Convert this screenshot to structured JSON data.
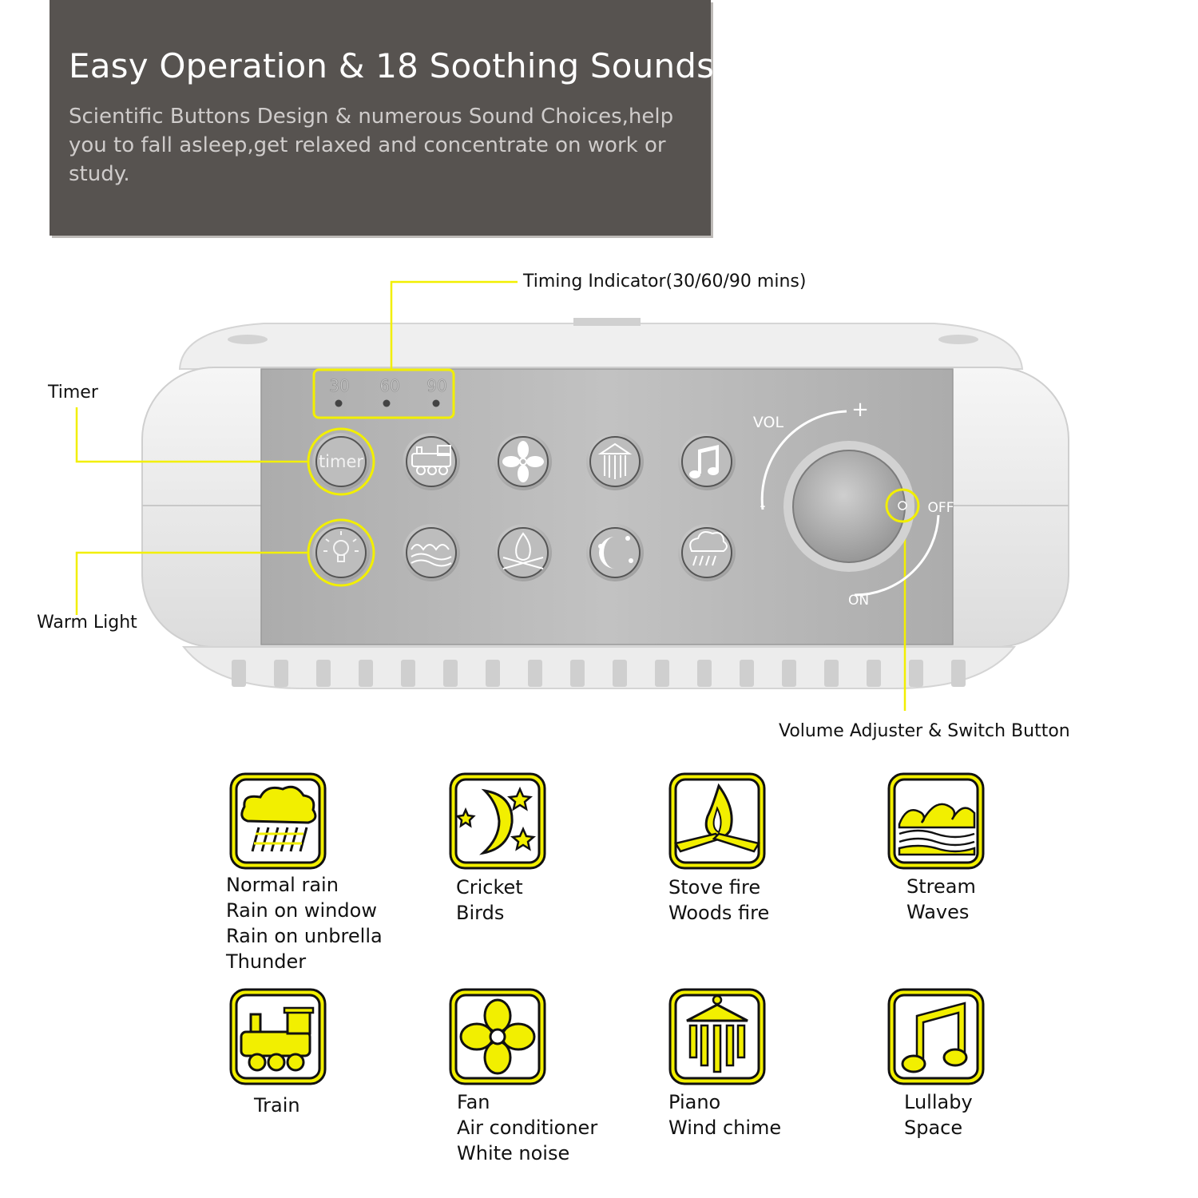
{
  "banner": {
    "title": "Easy Operation & 18 Soothing Sounds",
    "subtitle": "Scientific Buttons Design & numerous Sound Choices,help you to fall asleep,get relaxed and concentrate on work or study."
  },
  "callouts": {
    "timing": "Timing Indicator(30/60/90 mins)",
    "timer": "Timer",
    "warm_light": "Warm Light",
    "volume": "Volume Adjuster & Switch Button"
  },
  "device": {
    "timer_marks": [
      "30",
      "60",
      "90"
    ],
    "timer_button": "timer",
    "vol": "VOL",
    "plus": "+",
    "minus": "-",
    "off": "OFF",
    "on": "ON"
  },
  "sounds": [
    {
      "icon": "rain-cloud-icon",
      "lines": [
        "Normal rain",
        "Rain on window",
        "Rain on unbrella",
        "Thunder"
      ]
    },
    {
      "icon": "moon-stars-icon",
      "lines": [
        "Cricket",
        "Birds"
      ]
    },
    {
      "icon": "fire-icon",
      "lines": [
        "Stove fire",
        "Woods fire"
      ]
    },
    {
      "icon": "waves-icon",
      "lines": [
        "Stream",
        "Waves"
      ]
    },
    {
      "icon": "train-icon",
      "lines": [
        "Train"
      ]
    },
    {
      "icon": "fan-icon",
      "lines": [
        "Fan",
        "Air conditioner",
        "White noise"
      ]
    },
    {
      "icon": "wind-chime-icon",
      "lines": [
        "Piano",
        "Wind chime"
      ]
    },
    {
      "icon": "music-note-icon",
      "lines": [
        "Lullaby",
        "Space"
      ]
    }
  ],
  "colors": {
    "accent": "#f2ef00",
    "banner": "#575350",
    "panel": "#b3b3b3"
  }
}
